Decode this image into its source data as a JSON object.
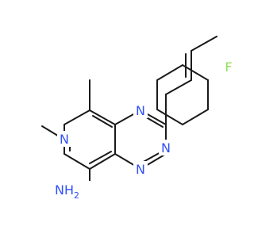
{
  "molecule": {
    "atom_labels": {
      "n_pyridine": "N",
      "n_triazine_top": "N",
      "n_triazine_right": "N",
      "n_triazine_bottom": "N",
      "fluorine": "F",
      "amine": "NH",
      "amine_subscript": "2"
    },
    "colors": {
      "nitrogen": "#3050F8",
      "fluorine": "#90E050",
      "carbon_bond": "#1a1a1a"
    }
  }
}
